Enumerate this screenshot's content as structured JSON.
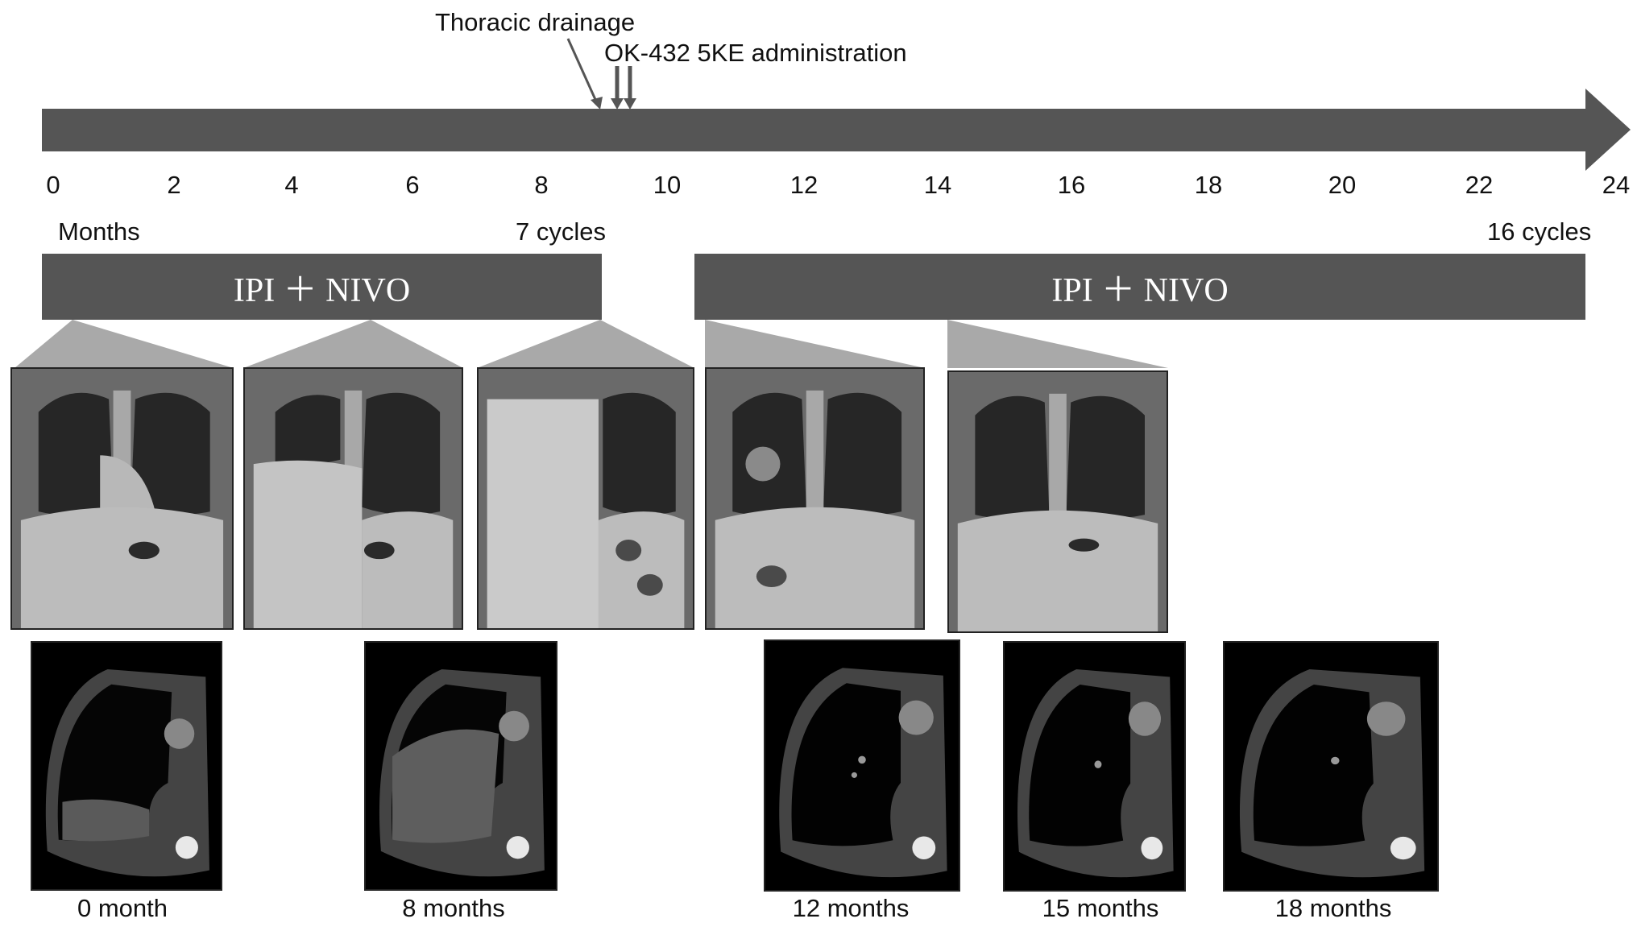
{
  "annotations": {
    "thoracic_drainage": "Thoracic drainage",
    "ok432": "OK-432 5KE administration"
  },
  "timeline": {
    "unit_label": "Months",
    "ticks": [
      "0",
      "2",
      "4",
      "6",
      "8",
      "10",
      "12",
      "14",
      "16",
      "18",
      "20",
      "22",
      "24"
    ],
    "color": "#555555",
    "events": [
      {
        "name": "Thoracic drainage",
        "month": 9.0
      },
      {
        "name": "OK-432 5KE administration",
        "month": 9.3
      },
      {
        "name": "OK-432 5KE administration",
        "month": 9.5
      }
    ]
  },
  "treatments": [
    {
      "label": "IPI ＋ NIVO",
      "cycles": "7 cycles",
      "start_month": 0,
      "end_month": 9.0
    },
    {
      "label": "IPI ＋ NIVO",
      "cycles": "16 cycles",
      "start_month": 10.4,
      "end_month": 23.6
    }
  ],
  "ct_captions": [
    "0 month",
    "8 months",
    "12 months",
    "15 months",
    "18 months"
  ]
}
